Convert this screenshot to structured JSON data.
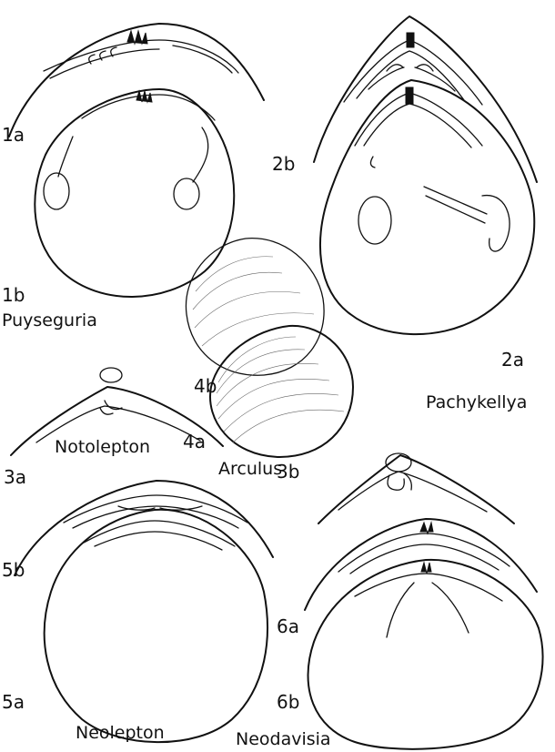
{
  "figure_labels": {
    "f1a": "1a",
    "f1b": "1b",
    "f2a": "2a",
    "f2b": "2b",
    "f3a": "3a",
    "f3b": "3b",
    "f4a": "4a",
    "f4b": "4b",
    "f5a": "5a",
    "f5b": "5b",
    "f6a": "6a",
    "f6b": "6b"
  },
  "genus_labels": {
    "puyseguria": "Puyseguria",
    "pachykellya": "Pachykellya",
    "notolepton": "Notolepton",
    "arculus": "Arculus",
    "neolepton": "Neolepton",
    "neodavisia": "Neodavisia"
  }
}
